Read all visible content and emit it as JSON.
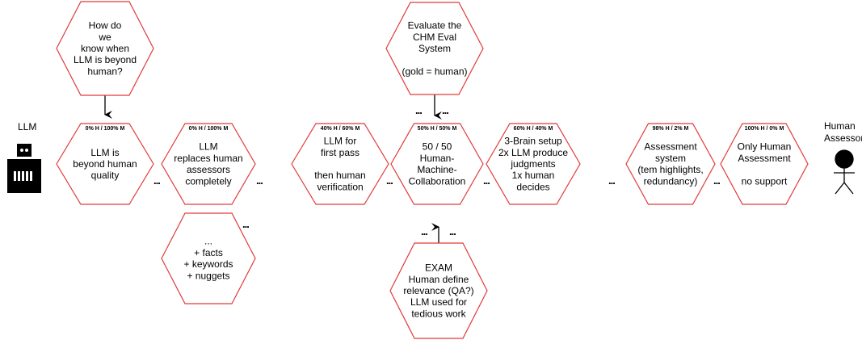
{
  "colors": {
    "hex_stroke": "#e03a3a",
    "text": "#000000",
    "background": "#ffffff"
  },
  "left_actor": {
    "label": "LLM",
    "icon": "robot-icon"
  },
  "right_actor": {
    "label": "Human Assessor",
    "icon": "stick-figure-icon"
  },
  "ellipsis": "...",
  "hexagons": [
    {
      "id": "how-do-we-know",
      "lines": [
        "How do",
        "we",
        "know when",
        "LLM is beyond",
        "human?"
      ],
      "percent": ""
    },
    {
      "id": "llm-beyond-human",
      "lines": [
        "LLM is",
        "beyond human",
        "quality"
      ],
      "percent": "0% H / 100% M"
    },
    {
      "id": "llm-replaces",
      "lines": [
        "LLM",
        "replaces human",
        "assessors",
        "completely"
      ],
      "percent": "0% H / 100% M"
    },
    {
      "id": "facts-keywords",
      "lines": [
        "...",
        "+ facts",
        "+ keywords",
        "+ nuggets"
      ],
      "percent": ""
    },
    {
      "id": "llm-first-pass",
      "lines": [
        "LLM for",
        "first pass",
        "",
        "then human",
        "verification"
      ],
      "percent": "40% H / 60% M"
    },
    {
      "id": "evaluate-chm",
      "lines": [
        "Evaluate the",
        "CHM Eval",
        "System",
        "",
        "(gold = human)"
      ],
      "percent": ""
    },
    {
      "id": "fifty-fifty",
      "lines": [
        "50 / 50",
        "Human-",
        "Machine-",
        "Collaboration"
      ],
      "percent": "50% H / 50% M"
    },
    {
      "id": "exam",
      "lines": [
        "EXAM",
        "Human define",
        "relevance (QA?)",
        "LLM used for",
        "tedious work"
      ],
      "percent": ""
    },
    {
      "id": "three-brain",
      "lines": [
        "3-Brain setup",
        "2x LLM produce",
        "judgments",
        "1x human",
        "decides"
      ],
      "percent": "60% H / 40% M"
    },
    {
      "id": "assessment-system",
      "lines": [
        "Assessment",
        "system",
        "(tem highlights,",
        "redundancy)"
      ],
      "percent": "98% H / 2% M"
    },
    {
      "id": "only-human",
      "lines": [
        "Only Human",
        "Assessment",
        "",
        "no support"
      ],
      "percent": "100% H / 0% M"
    }
  ]
}
